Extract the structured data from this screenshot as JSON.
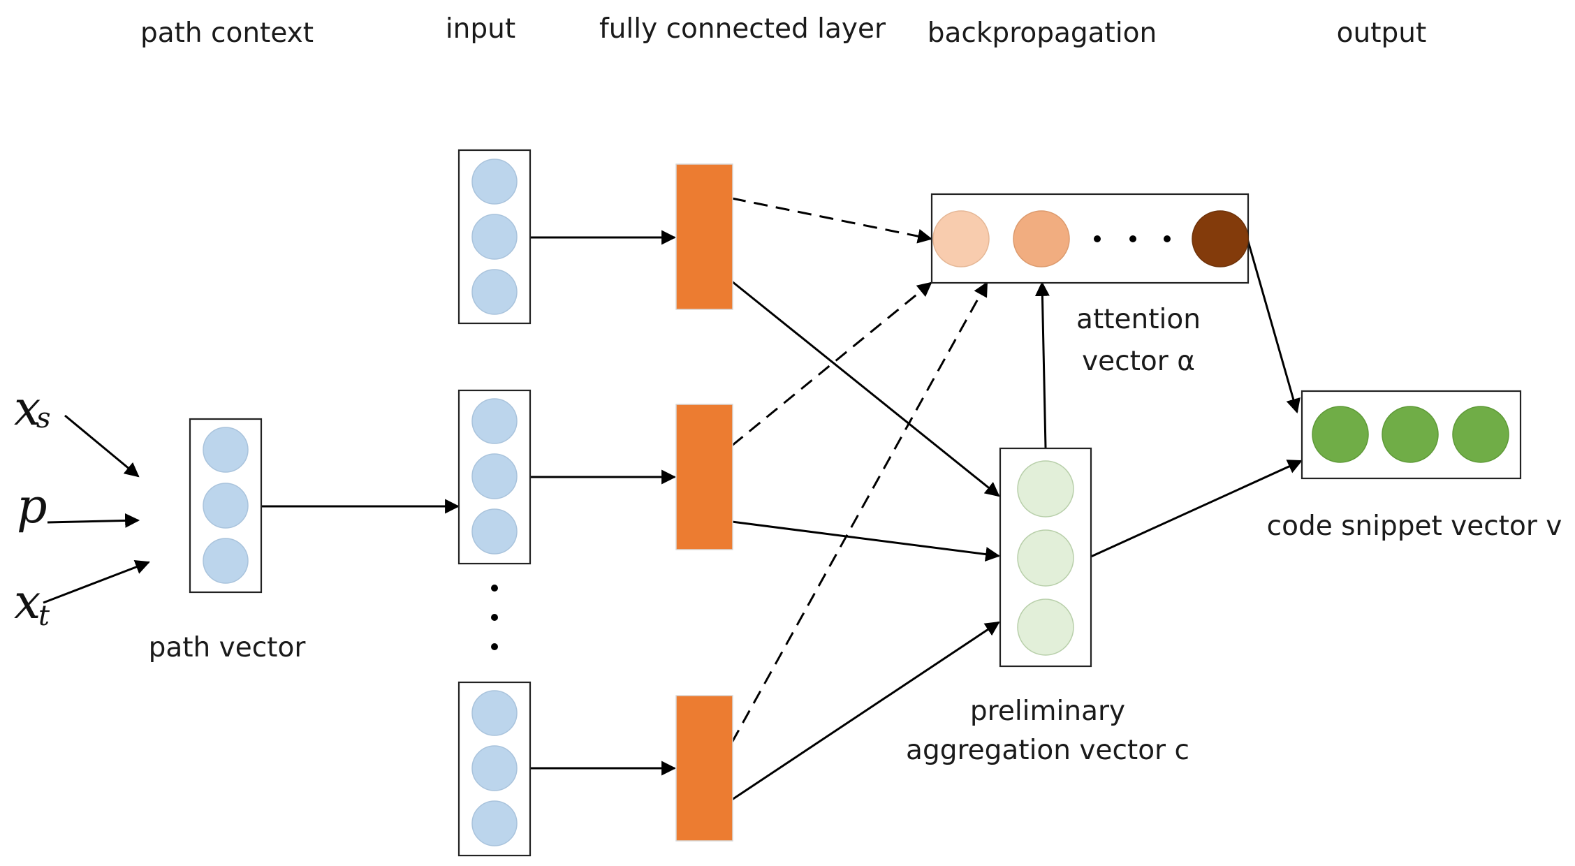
{
  "headers": {
    "path_context": "path context",
    "input": "input",
    "fc_layer": "fully connected layer",
    "backprop": "backpropagation",
    "output": "output"
  },
  "labels": {
    "path_vector": "path vector",
    "attention_line1": "attention",
    "attention_line2": "vector α",
    "preliminary_line1": "preliminary",
    "preliminary_line2": "aggregation vector c",
    "code_snippet": "code snippet vector v"
  },
  "inputs": {
    "xs_base": "x",
    "xs_sub": "s",
    "p": "p",
    "xt_base": "x",
    "xt_sub": "t"
  },
  "colors": {
    "input_node": "#bcd5ec",
    "input_node_stroke": "#a9c3dc",
    "fc_block": "#ec7c31",
    "attention": [
      "#f8ccae",
      "#f1ad80",
      "#833b0b"
    ],
    "preliminary_node": "#e2efd9",
    "preliminary_node_stroke": "#b8cfaa",
    "output_node": "#70ad47"
  }
}
